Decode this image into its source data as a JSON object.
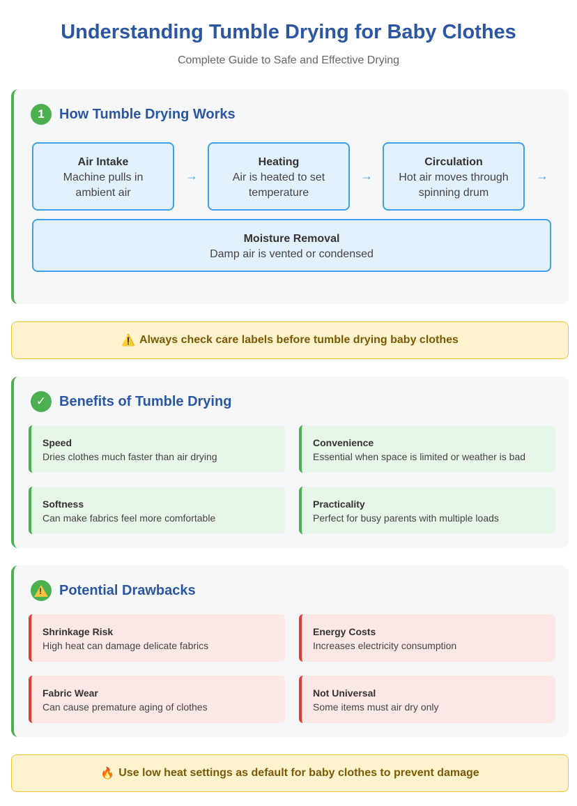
{
  "header": {
    "title": "Understanding Tumble Drying for Baby Clothes",
    "subtitle": "Complete Guide to Safe and Effective Drying"
  },
  "how_it_works": {
    "badge": "1",
    "title": "How Tumble Drying Works",
    "steps": [
      {
        "title": "Air Intake",
        "desc_line1": "Machine pulls in",
        "desc_line2": "ambient air"
      },
      {
        "title": "Heating",
        "desc_line1": "Air is heated to set",
        "desc_line2": "temperature"
      },
      {
        "title": "Circulation",
        "desc_line1": "Hot air moves through",
        "desc_line2": "spinning drum"
      },
      {
        "title": "Moisture Removal",
        "desc_line1": "Damp air is vented or condensed"
      }
    ],
    "arrow": "→"
  },
  "notice_labels": {
    "icon": "⚠️",
    "text": "Always check care labels before tumble drying baby clothes"
  },
  "benefits": {
    "badge": "✓",
    "title": "Benefits of Tumble Drying",
    "items": [
      {
        "title": "Speed",
        "desc": "Dries clothes much faster than air drying"
      },
      {
        "title": "Convenience",
        "desc": "Essential when space is limited or weather is bad"
      },
      {
        "title": "Softness",
        "desc": "Can make fabrics feel more comfortable"
      },
      {
        "title": "Practicality",
        "desc": "Perfect for busy parents with multiple loads"
      }
    ]
  },
  "drawbacks": {
    "badge_icon": "warning-icon",
    "title": "Potential Drawbacks",
    "items": [
      {
        "title": "Shrinkage Risk",
        "desc": "High heat can damage delicate fabrics"
      },
      {
        "title": "Energy Costs",
        "desc": "Increases electricity consumption"
      },
      {
        "title": "Fabric Wear",
        "desc": "Can cause premature aging of clothes"
      },
      {
        "title": "Not Universal",
        "desc": "Some items must air dry only"
      }
    ]
  },
  "notice_heat": {
    "icon": "🔥",
    "text": "Use low heat settings as default for baby clothes to prevent damage"
  },
  "colors": {
    "title_blue": "#2b56a1",
    "green_accent": "#4caf50",
    "flow_border": "#3fa0e6",
    "red_accent": "#e53935",
    "notice_bg": "#fff3cd"
  }
}
